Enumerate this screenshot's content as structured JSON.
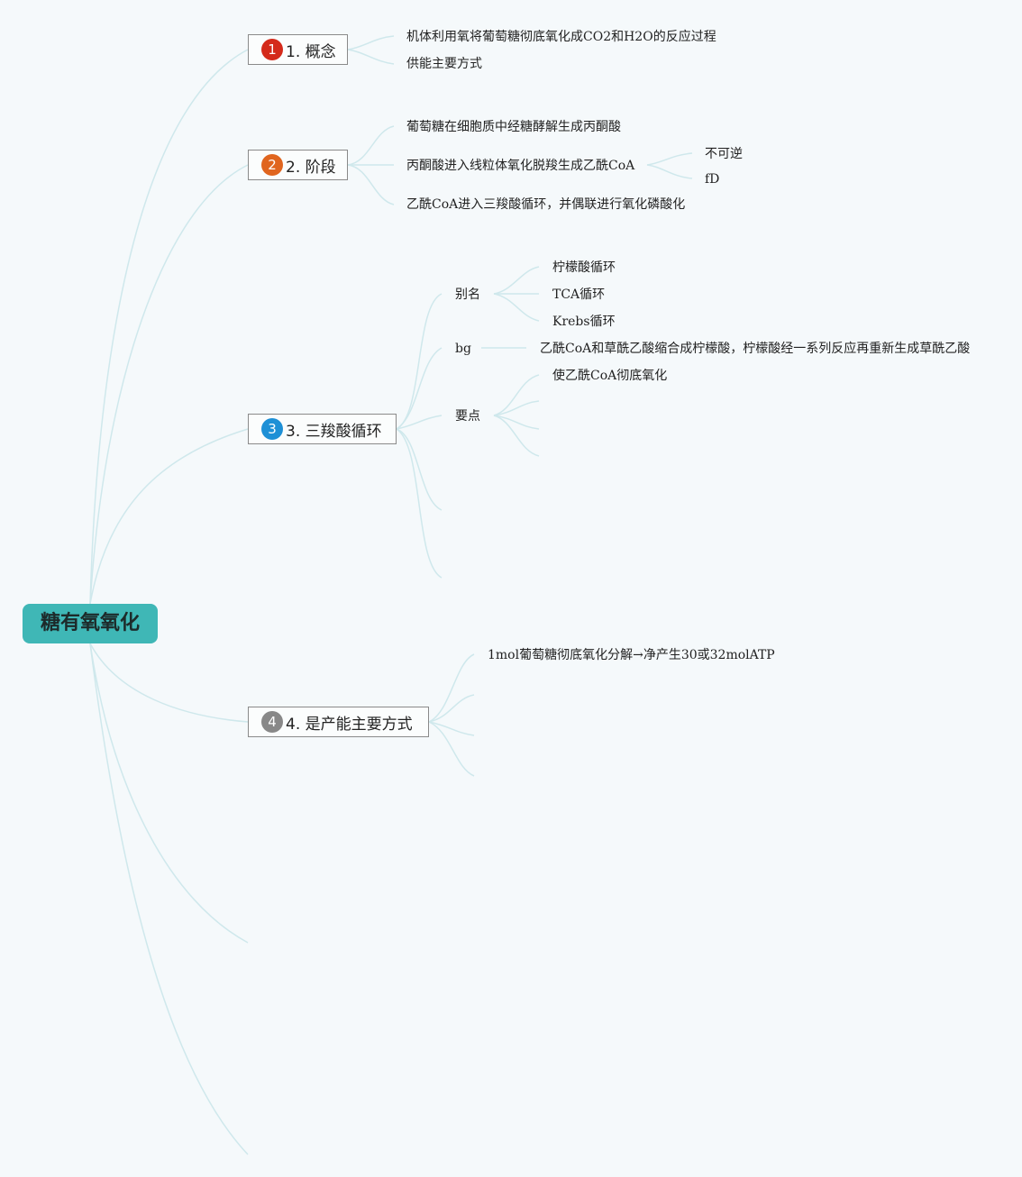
{
  "root": {
    "label": "糖有氧氧化"
  },
  "branches": [
    {
      "badge": "1",
      "badge_color": "#d42a1a",
      "label": "1. 概念",
      "children": [
        "机体利用氧将葡萄糖彻底氧化成CO2和H2O的反应过程",
        "供能主要方式"
      ]
    },
    {
      "badge": "2",
      "badge_color": "#e0651f",
      "label": "2. 阶段",
      "children": [
        "葡萄糖在细胞质中经糖酵解生成丙酮酸",
        "丙酮酸进入线粒体氧化脱羧生成乙酰CoA",
        "乙酰CoA进入三羧酸循环，并偶联进行氧化磷酸化"
      ],
      "subchildren": [
        "不可逆",
        "fD"
      ]
    },
    {
      "badge": "3",
      "badge_color": "#1e90d6",
      "label": "3. 三羧酸循环",
      "children": [
        "别名",
        "bg",
        "要点"
      ],
      "alias_children": [
        "柠檬酸循环",
        "TCA循环",
        "Krebs循环"
      ],
      "bg_child": "乙酰CoA和草酰乙酸缩合成柠檬酸，柠檬酸经一系列反应再重新生成草酰乙酸",
      "key_children": [
        "使乙酰CoA彻底氧化"
      ]
    },
    {
      "badge": "4",
      "badge_color": "#888888",
      "label": "4. 是产能主要方式",
      "children": [
        "1mol葡萄糖彻底氧化分解→净产生30或32molATP"
      ]
    }
  ],
  "colors": {
    "root": "#3fb7b6",
    "links": "#cfe8ec",
    "background": "#f5f9fb"
  }
}
